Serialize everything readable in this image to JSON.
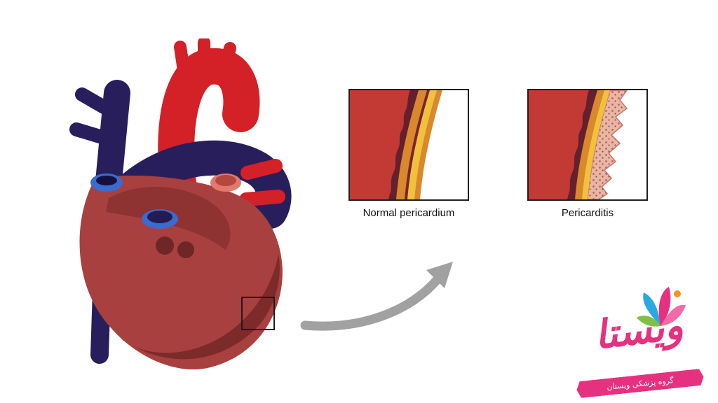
{
  "insets": {
    "normal": {
      "label": "Normal pericardium"
    },
    "pericarditis": {
      "label": "Pericarditis"
    }
  },
  "logo": {
    "brand": "ویستا",
    "tagline": "گروه پزشکی ویستان"
  },
  "icons": {
    "zoom_rectangle": "magnifier-target-square",
    "zoom_arrow": "curved-arrow",
    "logo_flower": "flower-logo-icon"
  },
  "colors": {
    "aorta_red": "#d42027",
    "vessel_navy": "#291e5c",
    "heart_body": "#a84040",
    "heart_shadow": "#7c2a2a",
    "ring_blue": "#3a6bd0",
    "ring_salmon": "#e2786e",
    "tissue_red": "#c23a33",
    "pericardium_maroon": "#64202e",
    "pericardium_orange": "#d9882b",
    "pericardium_yellow": "#f1c13d",
    "inflamed_tissue": "#e7b6a4",
    "arrow_gray": "#a1a1a1",
    "logo_pink": "#e5317f"
  }
}
